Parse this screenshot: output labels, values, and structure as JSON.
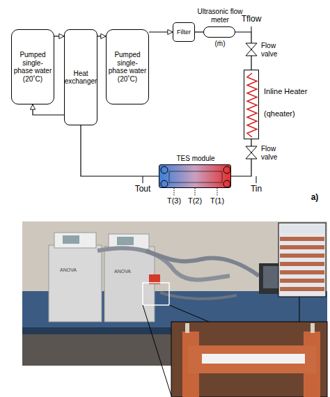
{
  "diagram": {
    "nodes": [
      {
        "text": [
          "Pumped single-phase water (20˚C)"
        ]
      },
      {
        "text": [
          "Heat exchanger"
        ]
      },
      {
        "text": [
          "Pumped single-phase water (20˚C)"
        ]
      },
      {
        "text": [
          "Filter"
        ]
      },
      {
        "text": [
          "Ultrasonic flow meter",
          "(ṁ)"
        ]
      },
      {
        "text": [
          "Inline Heater",
          "(qheater)"
        ]
      },
      {
        "text": [
          "Flow valve"
        ]
      },
      {
        "text": [
          "Flow valve"
        ]
      },
      {
        "text": [
          "TES module"
        ]
      }
    ],
    "edges": [
      {
        "from": 0,
        "to": 1,
        "arrow": "to"
      },
      {
        "from": 1,
        "to": 0,
        "arrow": "to"
      },
      {
        "from": 1,
        "to": 2,
        "arrow": "to"
      },
      {
        "from": 2,
        "to": 3,
        "arrow": "to"
      },
      {
        "from": 3,
        "to": 4,
        "arrow": "none"
      },
      {
        "from": 4,
        "to": 6,
        "arrow": "none"
      },
      {
        "from": 6,
        "to": 5,
        "arrow": "none"
      },
      {
        "from": 5,
        "to": 7,
        "arrow": "none"
      },
      {
        "from": 7,
        "to": 8,
        "arrow": "none"
      },
      {
        "from": 8,
        "to": 1,
        "arrow": "none"
      }
    ],
    "labels": [
      "Tflow",
      "Tin",
      "Tout",
      "T(3)",
      "T(2)",
      "T(1)",
      "a)",
      "ANOVA",
      "ANOVA"
    ]
  }
}
